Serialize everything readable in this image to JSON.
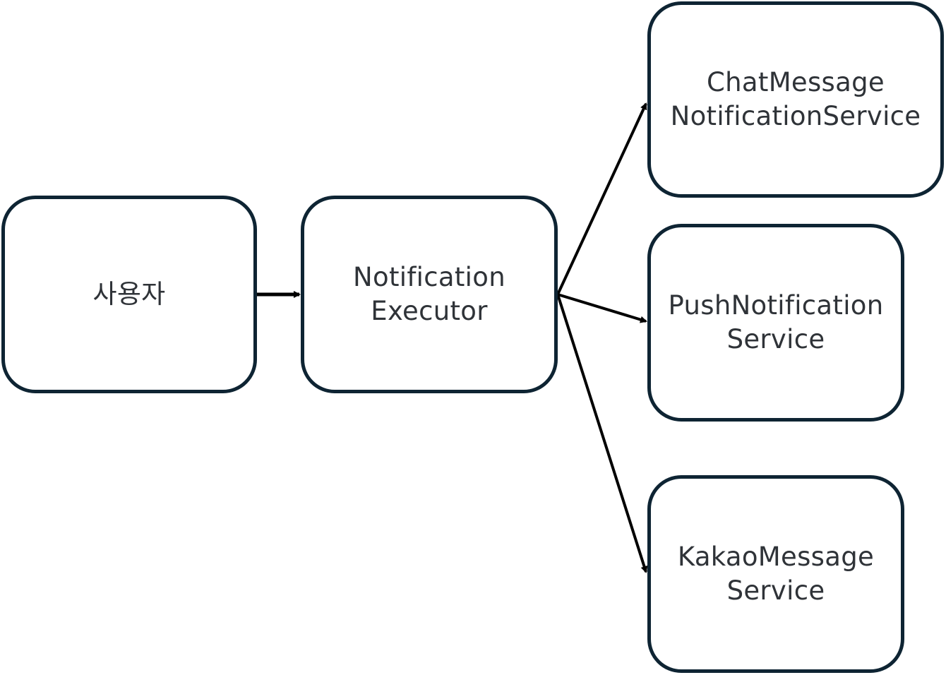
{
  "diagram": {
    "colors": {
      "border": "#0e2433",
      "text": "#2f3338",
      "edge": "#000000",
      "background": "#ffffff"
    },
    "nodes": [
      {
        "id": "user",
        "label": "사용자"
      },
      {
        "id": "executor",
        "label": "Notification\nExecutor"
      },
      {
        "id": "chat",
        "label": "ChatMessage\nNotificationService"
      },
      {
        "id": "push",
        "label": "PushNotification\nService"
      },
      {
        "id": "kakao",
        "label": "KakaoMessage\nService"
      }
    ],
    "edges": [
      {
        "from": "user",
        "to": "executor"
      },
      {
        "from": "executor",
        "to": "chat"
      },
      {
        "from": "executor",
        "to": "push"
      },
      {
        "from": "executor",
        "to": "kakao"
      }
    ]
  }
}
